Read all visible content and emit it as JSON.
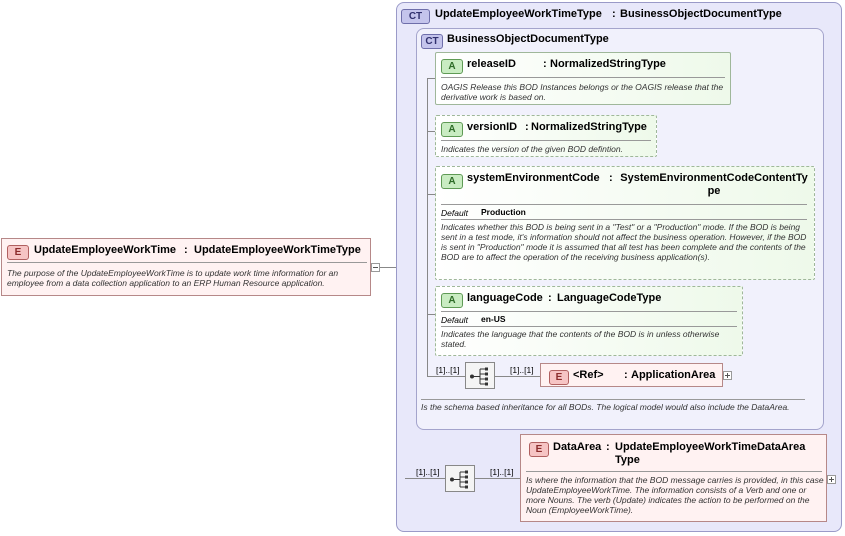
{
  "root": {
    "badge": "E",
    "name": "UpdateEmployeeWorkTime",
    "type": "UpdateEmployeeWorkTimeType",
    "doc": "The purpose of the UpdateEmployeeWorkTime is to update work time information for an employee from a data collection application to an ERP Human Resource application."
  },
  "outer": {
    "badge": "CT",
    "name": "UpdateEmployeeWorkTimeType",
    "base": "BusinessObjectDocumentType"
  },
  "inner": {
    "badge": "CT",
    "name": "BusinessObjectDocumentType",
    "doc": "Is the schema based inheritance for all BODs. The logical model would also include the DataArea."
  },
  "attributes": [
    {
      "badge": "A",
      "name": "releaseID",
      "type": "NormalizedStringType",
      "doc": "OAGIS Release this BOD Instances belongs or the OAGIS release that the derivative work is based on."
    },
    {
      "badge": "A",
      "name": "versionID",
      "type": "NormalizedStringType",
      "doc": "Indicates the version of the given BOD defintion."
    },
    {
      "badge": "A",
      "name": "systemEnvironmentCode",
      "type": "SystemEnvironmentCodeContentType",
      "default_label": "Default",
      "default_value": "Production",
      "doc": "Indicates whether this BOD is being sent in a \"Test\" or a \"Production\" mode. If the BOD is being sent in a test mode, it's information should not affect the business operation. However, if the BOD is sent in \"Production\" mode it is assumed that all test has been complete and the contents of the BOD are to affect the operation of the receiving business application(s)."
    },
    {
      "badge": "A",
      "name": "languageCode",
      "type": "LanguageCodeType",
      "default_label": "Default",
      "default_value": "en-US",
      "doc": "Indicates the language that the contents of the BOD is in unless otherwise stated."
    }
  ],
  "app_area": {
    "badge": "E",
    "ref": "<Ref>",
    "type": "ApplicationArea",
    "mult_seq": "[1]..[1]",
    "mult_el": "[1]..[1]"
  },
  "data_area": {
    "badge": "E",
    "name": "DataArea",
    "type": "UpdateEmployeeWorkTimeDataArea",
    "type2": "Type",
    "mult_seq": "[1]..[1]",
    "mult_el": "[1]..[1]",
    "doc": "Is where the information that the BOD message carries is provided, in this case UpdateEmployeeWorkTime. The information consists of a Verb and one or more Nouns. The verb (Update) indicates the action to be performed on the Noun (EmployeeWorkTime)."
  },
  "sep": ":"
}
